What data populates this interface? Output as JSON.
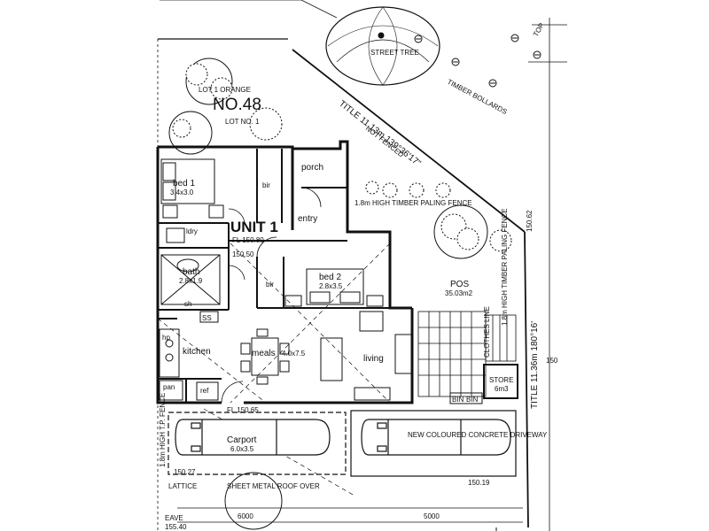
{
  "plan": {
    "lot_heading": "LOT 1 ORANGE",
    "lot_number": "NO.48",
    "lot_sub": "LOT NO. 1",
    "unit_label": "UNIT 1",
    "street_tree": "STREET TREE",
    "timber_bollards": "TIMBER BOLLARDS",
    "top_right_note": "TOP",
    "title_top": "TITLE 11.13m 139°36'17\"",
    "title_right": "TITLE 11.36m 180°16'",
    "not_fenced": "NOT FENCED",
    "fence_mid": "1.8m HIGH TIMBER PALING FENCE",
    "fence_right": "1.8m HIGH TIMBER PALING FENCE",
    "fence_left": "1.8m HIGH T.P. FENCE",
    "lattice": "LATTICE",
    "sheet_metal": "SHEET METAL ROOF OVER",
    "eave": "EAVE",
    "rooms": {
      "bed1": "bed 1",
      "bed1_size": "3.4x3.0",
      "bir1": "bir",
      "porch": "porch",
      "entry": "entry",
      "ldry": "ldry",
      "bath": "bath",
      "bath_size": "2.8x1.9",
      "sh": "sh",
      "bed2": "bed 2",
      "bed2_size": "2.8x3.5",
      "bir2": "bir",
      "kitchen": "kitchen",
      "hp": "hp",
      "pan": "pan",
      "ref": "ref",
      "meals": "meals",
      "meals_size": "4.0x7.5",
      "living": "living",
      "pos": "POS",
      "pos_area": "35.03m2",
      "clothes_line": "CLOTHES LINE",
      "store": "STORE",
      "store_size": "6m3",
      "bin": "BIN",
      "bin2": "BIN",
      "carport": "Carport",
      "carport_size": "6.0x3.5",
      "driveway": "NEW COLOURED CONCRETE DRIVEWAY"
    },
    "levels": {
      "fl_main": "FL 150.80",
      "fl_car": "FL 150.65",
      "lvl_a": "150.50",
      "lvl_b": "150.62",
      "lvl_c": "150.27",
      "lvl_d": "150.19",
      "lvl_e": "150",
      "lvl_f": "155.40"
    },
    "dims": {
      "d1": "6000",
      "d2": "5000"
    }
  }
}
